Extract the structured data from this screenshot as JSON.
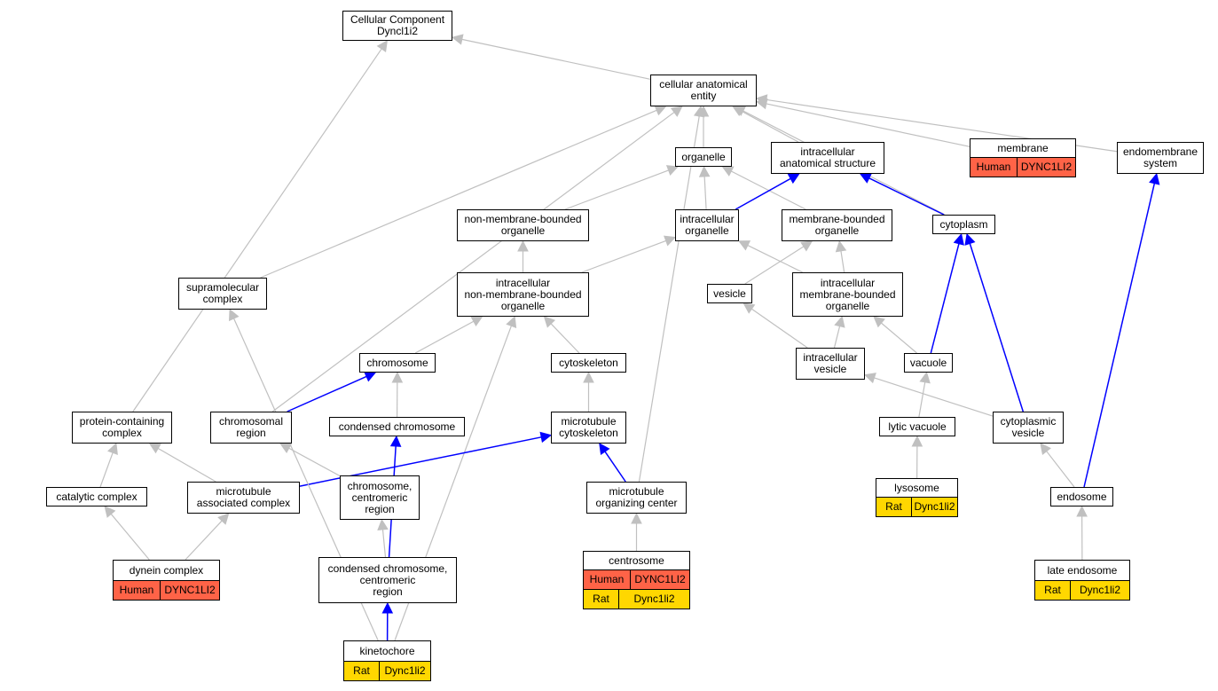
{
  "nodes": [
    {
      "id": "root",
      "label": "Cellular Component\nDyncl1i2",
      "rows": []
    },
    {
      "id": "cae",
      "label": "cellular anatomical\nentity",
      "rows": []
    },
    {
      "id": "organelle",
      "label": "organelle",
      "rows": []
    },
    {
      "id": "ias",
      "label": "intracellular\nanatomical structure",
      "rows": []
    },
    {
      "id": "membrane",
      "label": "membrane",
      "rows": [
        {
          "species": "Human",
          "gene": "DYNC1LI2"
        }
      ]
    },
    {
      "id": "endomembrane",
      "label": "endomembrane\nsystem",
      "rows": []
    },
    {
      "id": "nmbo",
      "label": "non-membrane-bounded\norganelle",
      "rows": []
    },
    {
      "id": "io",
      "label": "intracellular\norganelle",
      "rows": []
    },
    {
      "id": "mbo",
      "label": "membrane-bounded\norganelle",
      "rows": []
    },
    {
      "id": "cytoplasm",
      "label": "cytoplasm",
      "rows": []
    },
    {
      "id": "supra",
      "label": "supramolecular\ncomplex",
      "rows": []
    },
    {
      "id": "inmbo",
      "label": "intracellular\nnon-membrane-bounded\norganelle",
      "rows": []
    },
    {
      "id": "vesicle",
      "label": "vesicle",
      "rows": []
    },
    {
      "id": "imbo",
      "label": "intracellular\nmembrane-bounded\norganelle",
      "rows": []
    },
    {
      "id": "chromosome",
      "label": "chromosome",
      "rows": []
    },
    {
      "id": "cytoskeleton",
      "label": "cytoskeleton",
      "rows": []
    },
    {
      "id": "ivesicle",
      "label": "intracellular\nvesicle",
      "rows": []
    },
    {
      "id": "vacuole",
      "label": "vacuole",
      "rows": []
    },
    {
      "id": "pcc",
      "label": "protein-containing\ncomplex",
      "rows": []
    },
    {
      "id": "chromreg",
      "label": "chromosomal\nregion",
      "rows": []
    },
    {
      "id": "condchrom",
      "label": "condensed chromosome",
      "rows": []
    },
    {
      "id": "mtcyto",
      "label": "microtubule\ncytoskeleton",
      "rows": []
    },
    {
      "id": "lytic",
      "label": "lytic vacuole",
      "rows": []
    },
    {
      "id": "cytovesicle",
      "label": "cytoplasmic\nvesicle",
      "rows": []
    },
    {
      "id": "catalytic",
      "label": "catalytic complex",
      "rows": []
    },
    {
      "id": "mtac",
      "label": "microtubule\nassociated complex",
      "rows": []
    },
    {
      "id": "chromcen",
      "label": "chromosome,\ncentromeric\nregion",
      "rows": []
    },
    {
      "id": "mtoc",
      "label": "microtubule\norganizing center",
      "rows": []
    },
    {
      "id": "lysosome",
      "label": "lysosome",
      "rows": [
        {
          "species": "Rat",
          "gene": "Dync1li2"
        }
      ]
    },
    {
      "id": "endosome",
      "label": "endosome",
      "rows": []
    },
    {
      "id": "dynein",
      "label": "dynein complex",
      "rows": [
        {
          "species": "Human",
          "gene": "DYNC1LI2"
        }
      ]
    },
    {
      "id": "ccen",
      "label": "condensed chromosome,\ncentromeric\nregion",
      "rows": []
    },
    {
      "id": "centrosome",
      "label": "centrosome",
      "rows": [
        {
          "species": "Human",
          "gene": "DYNC1LI2"
        },
        {
          "species": "Rat",
          "gene": "Dync1li2"
        }
      ]
    },
    {
      "id": "lateendo",
      "label": "late endosome",
      "rows": [
        {
          "species": "Rat",
          "gene": "Dync1li2"
        }
      ]
    },
    {
      "id": "kinetochore",
      "label": "kinetochore",
      "rows": [
        {
          "species": "Rat",
          "gene": "Dync1li2"
        }
      ]
    }
  ],
  "edges": [
    {
      "from": "cae",
      "to": "root",
      "type": "is_a"
    },
    {
      "from": "pcc",
      "to": "root",
      "type": "is_a"
    },
    {
      "from": "organelle",
      "to": "cae",
      "type": "is_a"
    },
    {
      "from": "ias",
      "to": "cae",
      "type": "is_a"
    },
    {
      "from": "membrane",
      "to": "cae",
      "type": "is_a"
    },
    {
      "from": "endomembrane",
      "to": "cae",
      "type": "is_a"
    },
    {
      "from": "cytoplasm",
      "to": "cae",
      "type": "is_a"
    },
    {
      "from": "supra",
      "to": "cae",
      "type": "is_a"
    },
    {
      "from": "chromreg",
      "to": "cae",
      "type": "is_a"
    },
    {
      "from": "mtoc",
      "to": "cae",
      "type": "is_a"
    },
    {
      "from": "nmbo",
      "to": "organelle",
      "type": "is_a"
    },
    {
      "from": "io",
      "to": "organelle",
      "type": "is_a"
    },
    {
      "from": "mbo",
      "to": "organelle",
      "type": "is_a"
    },
    {
      "from": "io",
      "to": "ias",
      "type": "part_of"
    },
    {
      "from": "cytoplasm",
      "to": "ias",
      "type": "part_of"
    },
    {
      "from": "inmbo",
      "to": "nmbo",
      "type": "is_a"
    },
    {
      "from": "inmbo",
      "to": "io",
      "type": "is_a"
    },
    {
      "from": "imbo",
      "to": "io",
      "type": "is_a"
    },
    {
      "from": "imbo",
      "to": "mbo",
      "type": "is_a"
    },
    {
      "from": "vesicle",
      "to": "mbo",
      "type": "is_a"
    },
    {
      "from": "chromosome",
      "to": "inmbo",
      "type": "is_a"
    },
    {
      "from": "cytoskeleton",
      "to": "inmbo",
      "type": "is_a"
    },
    {
      "from": "kinetochore",
      "to": "inmbo",
      "type": "is_a"
    },
    {
      "from": "ivesicle",
      "to": "vesicle",
      "type": "is_a"
    },
    {
      "from": "ivesicle",
      "to": "imbo",
      "type": "is_a"
    },
    {
      "from": "vacuole",
      "to": "imbo",
      "type": "is_a"
    },
    {
      "from": "vacuole",
      "to": "cytoplasm",
      "type": "part_of"
    },
    {
      "from": "cytovesicle",
      "to": "cytoplasm",
      "type": "part_of"
    },
    {
      "from": "cytovesicle",
      "to": "ivesicle",
      "type": "is_a"
    },
    {
      "from": "endosome",
      "to": "endomembrane",
      "type": "part_of"
    },
    {
      "from": "endosome",
      "to": "cytovesicle",
      "type": "is_a"
    },
    {
      "from": "chromreg",
      "to": "chromosome",
      "type": "part_of"
    },
    {
      "from": "condchrom",
      "to": "chromosome",
      "type": "is_a"
    },
    {
      "from": "mtcyto",
      "to": "cytoskeleton",
      "type": "is_a"
    },
    {
      "from": "lytic",
      "to": "vacuole",
      "type": "is_a"
    },
    {
      "from": "lysosome",
      "to": "lytic",
      "type": "is_a"
    },
    {
      "from": "catalytic",
      "to": "pcc",
      "type": "is_a"
    },
    {
      "from": "mtac",
      "to": "pcc",
      "type": "is_a"
    },
    {
      "from": "mtac",
      "to": "mtcyto",
      "type": "part_of"
    },
    {
      "from": "chromcen",
      "to": "chromreg",
      "type": "is_a"
    },
    {
      "from": "mtoc",
      "to": "mtcyto",
      "type": "part_of"
    },
    {
      "from": "centrosome",
      "to": "mtoc",
      "type": "is_a"
    },
    {
      "from": "dynein",
      "to": "catalytic",
      "type": "is_a"
    },
    {
      "from": "dynein",
      "to": "mtac",
      "type": "is_a"
    },
    {
      "from": "ccen",
      "to": "chromcen",
      "type": "is_a"
    },
    {
      "from": "ccen",
      "to": "condchrom",
      "type": "part_of"
    },
    {
      "from": "kinetochore",
      "to": "ccen",
      "type": "part_of"
    },
    {
      "from": "kinetochore",
      "to": "supra",
      "type": "is_a"
    },
    {
      "from": "lateendo",
      "to": "endosome",
      "type": "is_a"
    }
  ],
  "colors": {
    "is_a": "#c0c0c0",
    "part_of": "#0000ff",
    "Human": "#ff6347",
    "Rat": "#ffd700"
  }
}
